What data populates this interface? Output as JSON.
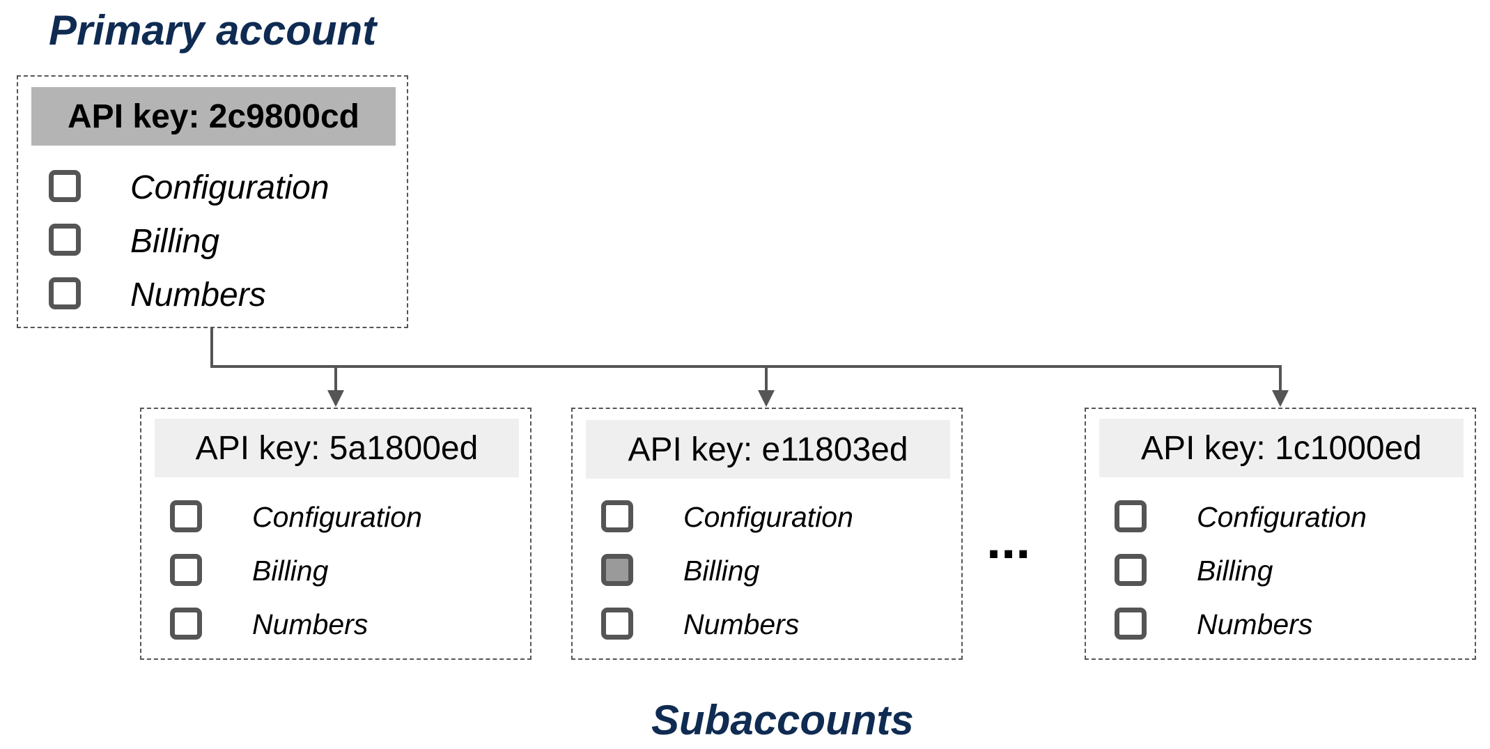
{
  "primary": {
    "title": "Primary account",
    "api_key_label": "API key: 2c9800cd",
    "permissions": [
      {
        "label": "Configuration",
        "checked": false
      },
      {
        "label": "Billing",
        "checked": false
      },
      {
        "label": "Numbers",
        "checked": false
      }
    ]
  },
  "subaccounts_title": "Subaccounts",
  "ellipsis": "...",
  "subaccounts": [
    {
      "api_key_label": "API key: 5a1800ed",
      "permissions": [
        {
          "label": "Configuration",
          "checked": false
        },
        {
          "label": "Billing",
          "checked": false
        },
        {
          "label": "Numbers",
          "checked": false
        }
      ]
    },
    {
      "api_key_label": "API key: e11803ed",
      "permissions": [
        {
          "label": "Configuration",
          "checked": false
        },
        {
          "label": "Billing",
          "checked": true
        },
        {
          "label": "Numbers",
          "checked": false
        }
      ]
    },
    {
      "api_key_label": "API key: 1c1000ed",
      "permissions": [
        {
          "label": "Configuration",
          "checked": false
        },
        {
          "label": "Billing",
          "checked": false
        },
        {
          "label": "Numbers",
          "checked": false
        }
      ]
    }
  ],
  "colors": {
    "title": "#0f2b52",
    "primary_header": "#b4b4b4",
    "sub_header": "#efefef",
    "line": "#555555",
    "checked_fill": "#9a9a9a"
  }
}
